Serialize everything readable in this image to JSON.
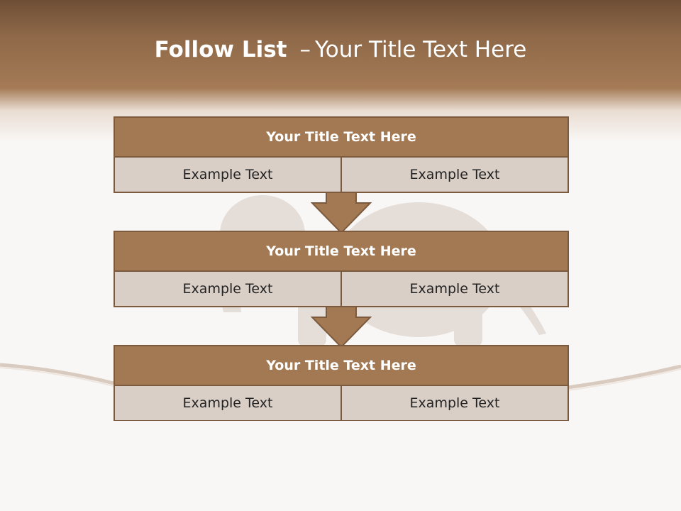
{
  "slide": {
    "title_bold": "Follow List",
    "title_dash": "–",
    "title_rest": "Your Title Text Here"
  },
  "steps": [
    {
      "title": "Your Title Text Here",
      "left": "Example Text",
      "right": "Example Text"
    },
    {
      "title": "Your Title Text Here",
      "left": "Example Text",
      "right": "Example Text"
    },
    {
      "title": "Your Title Text Here",
      "left": "Example Text",
      "right": "Example Text"
    }
  ],
  "colors": {
    "accent": "#a37953",
    "border": "#7b5a3e",
    "cell_fill": "#dacfc7",
    "background": "#f9f7f6"
  },
  "icons": [
    "elephant-image",
    "tightrope-image",
    "down-arrow-icon"
  ]
}
